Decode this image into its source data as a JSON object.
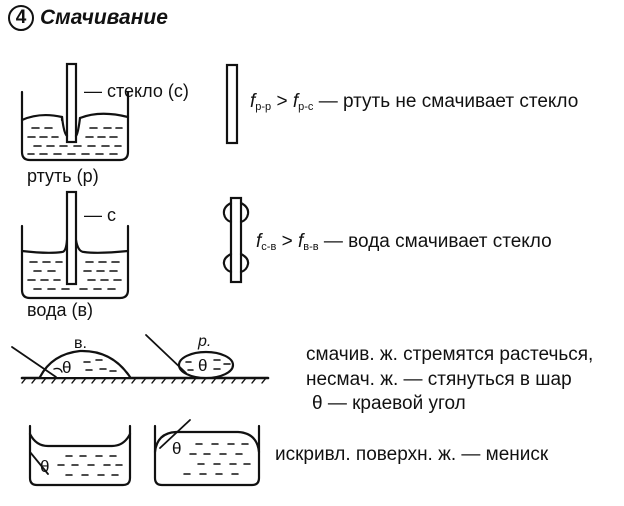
{
  "header": {
    "number": "4",
    "title": "Смачивание"
  },
  "mercury": {
    "glass_label": "— стекло (с)",
    "liquid_label": "ртуть (р)",
    "force_left_sub": "р-р",
    "force_right_sub": "р-с",
    "statement": "— ртуть не смачивает стекло"
  },
  "water": {
    "glass_label": "— с",
    "liquid_label": "вода (в)",
    "force_left_sub": "с-в",
    "force_right_sub": "в-в",
    "statement": "— вода смачивает стекло"
  },
  "drops": {
    "wetting_label": "в.",
    "nonwetting_label": "р.",
    "angle_symbol": "θ",
    "line1": "смачив. ж. стремятся растечься,",
    "line2": "несмач. ж. — стянуться в шар",
    "line3": "θ — краевой угол"
  },
  "meniscus": {
    "angle_symbol": "θ",
    "statement": "искривл. поверхн. ж. — мениск"
  },
  "symbols": {
    "force": "f",
    "greater": ">"
  }
}
